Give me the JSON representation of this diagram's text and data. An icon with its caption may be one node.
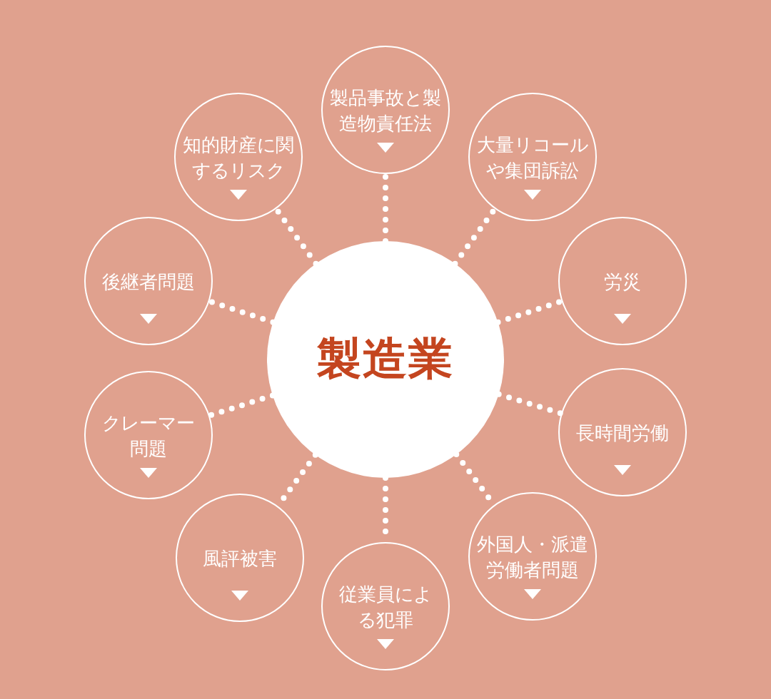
{
  "diagram": {
    "nodes": [
      {
        "text": [
          "製造業"
        ]
      },
      {
        "text": [
          "製品事故と製造物責任法"
        ]
      },
      {
        "text": [
          "知的財産に関するリスク"
        ]
      },
      {
        "text": [
          "大量リコールや集団訴訟"
        ]
      },
      {
        "text": [
          "後継者問題"
        ]
      },
      {
        "text": [
          "労災"
        ]
      },
      {
        "text": [
          "クレーマー問題"
        ]
      },
      {
        "text": [
          "長時間労働"
        ]
      },
      {
        "text": [
          "風評被害"
        ]
      },
      {
        "text": [
          "外国人・派遣労働者問題"
        ]
      },
      {
        "text": [
          "従業員による犯罪"
        ]
      }
    ],
    "edges": [
      {
        "from": 0,
        "to": 1,
        "arrow": "none",
        "style": "dashed"
      },
      {
        "from": 0,
        "to": 2,
        "arrow": "none",
        "style": "dashed"
      },
      {
        "from": 0,
        "to": 3,
        "arrow": "none",
        "style": "dashed"
      },
      {
        "from": 0,
        "to": 4,
        "arrow": "none",
        "style": "dashed"
      },
      {
        "from": 0,
        "to": 5,
        "arrow": "none",
        "style": "dashed"
      },
      {
        "from": 0,
        "to": 6,
        "arrow": "none",
        "style": "dashed"
      },
      {
        "from": 0,
        "to": 7,
        "arrow": "none",
        "style": "dashed"
      },
      {
        "from": 0,
        "to": 8,
        "arrow": "none",
        "style": "dashed"
      },
      {
        "from": 0,
        "to": 9,
        "arrow": "none",
        "style": "dashed"
      },
      {
        "from": 0,
        "to": 10,
        "arrow": "none",
        "style": "dashed"
      }
    ]
  }
}
